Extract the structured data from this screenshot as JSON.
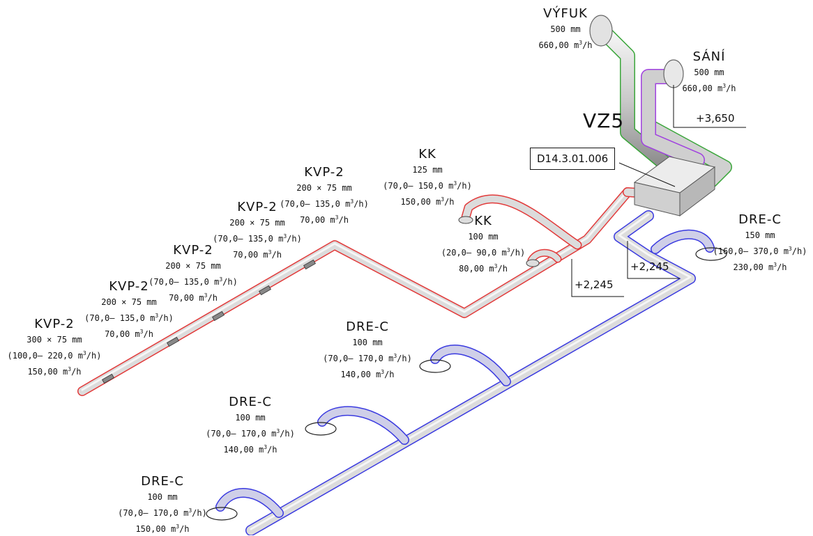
{
  "unit": {
    "name": "VZ5",
    "code": "D14.3.01.006"
  },
  "outdoor": [
    {
      "name": "VÝFUK",
      "size": "500 mm",
      "flow_value": "660,00 m",
      "flow_unit": "/h"
    },
    {
      "name": "SÁNÍ",
      "size": "500 mm",
      "flow_value": "660,00 m",
      "flow_unit": "/h"
    }
  ],
  "elevations": [
    "+3,650",
    "+2,245",
    "+2,245"
  ],
  "supply_terminals": [
    {
      "name": "KVP-2",
      "size": "200 × 75 mm",
      "range": "(70,0– 135,0 m",
      "range_end": "/h)",
      "flow": "70,00 m",
      "flow_end": "/h"
    },
    {
      "name": "KVP-2",
      "size": "200 × 75 mm",
      "range": "(70,0– 135,0 m",
      "range_end": "/h)",
      "flow": "70,00 m",
      "flow_end": "/h"
    },
    {
      "name": "KVP-2",
      "size": "200 × 75 mm",
      "range": "(70,0– 135,0 m",
      "range_end": "/h)",
      "flow": "70,00 m",
      "flow_end": "/h"
    },
    {
      "name": "KVP-2",
      "size": "200 × 75 mm",
      "range": "(70,0– 135,0 m",
      "range_end": "/h)",
      "flow": "70,00 m",
      "flow_end": "/h"
    },
    {
      "name": "KVP-2",
      "size": "300 × 75 mm",
      "range": "(100,0– 220,0 m",
      "range_end": "/h)",
      "flow": "150,00 m",
      "flow_end": "/h"
    },
    {
      "name": "KK",
      "size": "125 mm",
      "range": "(70,0– 150,0 m",
      "range_end": "/h)",
      "flow": "150,00 m",
      "flow_end": "/h"
    },
    {
      "name": "KK",
      "size": "100 mm",
      "range": "(20,0– 90,0 m",
      "range_end": "/h)",
      "flow": "80,00 m",
      "flow_end": "/h"
    }
  ],
  "extract_terminals": [
    {
      "name": "DRE-C",
      "size": "150 mm",
      "range": "(160,0– 370,0 m",
      "range_end": "/h)",
      "flow": "230,00 m",
      "flow_end": "/h"
    },
    {
      "name": "DRE-C",
      "size": "100 mm",
      "range": "(70,0– 170,0 m",
      "range_end": "/h)",
      "flow": "140,00 m",
      "flow_end": "/h"
    },
    {
      "name": "DRE-C",
      "size": "100 mm",
      "range": "(70,0– 170,0 m",
      "range_end": "/h)",
      "flow": "140,00 m",
      "flow_end": "/h"
    },
    {
      "name": "DRE-C",
      "size": "100 mm",
      "range": "(70,0– 170,0 m",
      "range_end": "/h)",
      "flow": "150,00 m",
      "flow_end": "/h"
    }
  ],
  "superscript": "3",
  "colors": {
    "supply": "#e23a3a",
    "extract": "#3a3ae0",
    "outdoor": "#3aa63a",
    "intake": "#a040e0",
    "duct": "#cfcfcf",
    "line": "#111111"
  }
}
